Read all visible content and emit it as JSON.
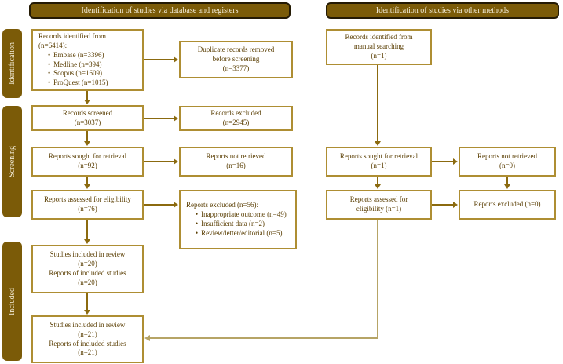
{
  "colors": {
    "band_bg": "#7b5b08",
    "band_text": "#f3ecd7",
    "box_border": "#ae8e33",
    "box_text": "#5a3e03",
    "arrow": "#8b6a0f",
    "connector": "#b6a466"
  },
  "glyphs": {
    "bullet": "•"
  },
  "headers": {
    "database": "Identification of studies via database and registers",
    "other": "Identification of studies via other methods"
  },
  "sidebar": {
    "identification": "Identification",
    "screening": "Screening",
    "included": "Included"
  },
  "left": {
    "records_identified": {
      "line1": "Records identified from",
      "line2": "(n=6414):",
      "bullets": [
        "Embase (n=3396)",
        "Medline (n=394)",
        "Scopus (n=1609)",
        "ProQuest (n=1015)"
      ]
    },
    "duplicates": {
      "line1": "Duplicate records removed",
      "line2": "before screening",
      "line3": "(n=3377)"
    },
    "screened": {
      "line1": "Records screened",
      "line2": "(n=3037)"
    },
    "records_excluded": {
      "line1": "Records excluded",
      "line2": "(n=2945)"
    },
    "sought": {
      "line1": "Reports sought for retrieval",
      "line2": "(n=92)"
    },
    "not_retrieved": {
      "line1": "Reports not retrieved",
      "line2": "(n=16)"
    },
    "assessed": {
      "line1": "Reports assessed for eligibility",
      "line2": "(n=76)"
    },
    "reports_excluded": {
      "title": "Reports excluded (n=56):",
      "bullets": [
        "Inappropriate outcome (n=49)",
        "Insufficient data (n=2)",
        "Review/letter/editorial (n=5)"
      ]
    },
    "included_20": {
      "line1": "Studies included in review",
      "line2": "(n=20)",
      "line3": "Reports of included studies",
      "line4": "(n=20)"
    },
    "included_21": {
      "line1": "Studies included in review",
      "line2": "(n=21)",
      "line3": "Reports of included studies",
      "line4": "(n=21)"
    }
  },
  "right": {
    "manual": {
      "line1": "Records identified from",
      "line2": "manual searching",
      "line3": "(n=1)"
    },
    "sought": {
      "line1": "Reports sought for retrieval",
      "line2": "(n=1)"
    },
    "not_retrieved": {
      "line1": "Reports not retrieved",
      "line2": "(n=0)"
    },
    "assessed": {
      "line1": "Reports assessed for",
      "line2": "eligibility (n=1)"
    },
    "excluded": {
      "line1": "Reports excluded (n=0)"
    }
  }
}
